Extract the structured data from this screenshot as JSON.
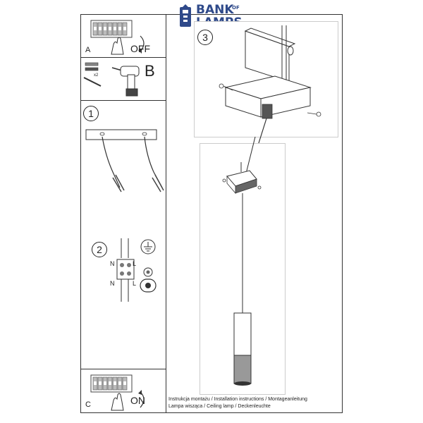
{
  "logo": {
    "line1": "BANK",
    "of": "OF",
    "line2": "LAMPS",
    "accent_color": "#2f4a8a"
  },
  "panels": {
    "a": {
      "letter": "A",
      "action": "OFF"
    },
    "b": {
      "letter": "B"
    },
    "c": {
      "letter": "C",
      "action": "ON"
    }
  },
  "steps": {
    "s1": "1",
    "s2": "2",
    "s3": "3"
  },
  "wiring": {
    "n_top": "N",
    "l_top": "L",
    "n_bottom": "N",
    "l_bottom": "L",
    "screw_count": "x2"
  },
  "caption": {
    "line1": "Instrukcja montażu / Installation instructions / Montageanleitung",
    "line2": "Lampa wisząca / Ceiling lamp / Deckenleuchte"
  }
}
